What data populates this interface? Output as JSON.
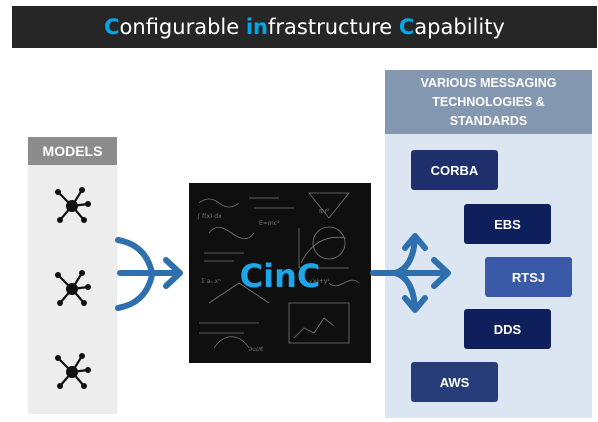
{
  "title": {
    "c1": "C",
    "t1": "onfigurable ",
    "c2": "in",
    "t2": "frastructure ",
    "c3": "C",
    "t3": "apability"
  },
  "models": {
    "header": "MODELS"
  },
  "center": {
    "label": "CinC"
  },
  "technologies": {
    "header_lines": [
      "VARIOUS MESSAGING",
      "TECHNOLOGIES &",
      "STANDARDS"
    ],
    "items": [
      "CORBA",
      "EBS",
      "RTSJ",
      "DDS",
      "AWS"
    ]
  },
  "colors": {
    "accent": "#00a8e8",
    "arrow": "#2e6fad",
    "title_bg": "#262626",
    "models_header": "#8c8c8c",
    "tech_header": "#8497b0",
    "tech_panel": "#dce6f2",
    "tech_dark": "#1f2f6b",
    "tech_mid": "#0f1f5c",
    "tech_light": "#3a5aa8"
  },
  "icons": {
    "model": "network-node-icon",
    "flow_in": "merge-arrow-icon",
    "flow_out": "split-arrow-icon"
  }
}
